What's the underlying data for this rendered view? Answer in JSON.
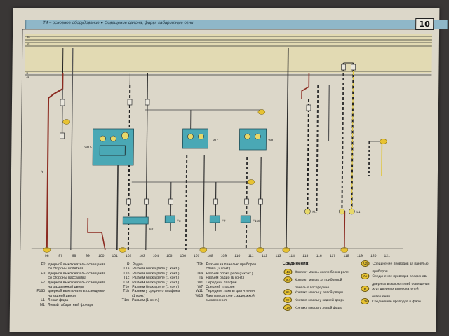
{
  "header": {
    "title": "Т4 – основное оборудование ● Освещение салона, фары, габаритные огни",
    "page_number": "10"
  },
  "bus_labels": [
    "30",
    "15",
    "X",
    "31"
  ],
  "bottom_numbers": [
    "96",
    "97",
    "98",
    "99",
    "100",
    "101",
    "102",
    "103",
    "104",
    "105",
    "106",
    "107",
    "108",
    "109",
    "110",
    "111",
    "112",
    "113",
    "114",
    "115",
    "116",
    "117",
    "118",
    "119",
    "120",
    "121"
  ],
  "legend_col1": [
    {
      "code": "F2",
      "text": "дверной выключатель освещения"
    },
    {
      "code": "",
      "text": "со стороны водителя"
    },
    {
      "code": "F3",
      "text": "дверной выключатель освещения"
    },
    {
      "code": "",
      "text": "со стороны пассажира"
    },
    {
      "code": "F7",
      "text": "дверной выключатель освещения"
    },
    {
      "code": "",
      "text": "на раздвижной двери"
    },
    {
      "code": "F160",
      "text": "дверной выключатель освещения"
    },
    {
      "code": "",
      "text": "на задней двери"
    },
    {
      "code": "L1",
      "text": "Левая фара"
    },
    {
      "code": "M1",
      "text": "Левый габаритный фонарь"
    }
  ],
  "legend_col2": [
    {
      "code": "R",
      "text": "Радио"
    },
    {
      "code": "T1a",
      "text": "Разъем блока реле (1 конт.)"
    },
    {
      "code": "T1b",
      "text": "Разъем блока реле (1 конт.)"
    },
    {
      "code": "T1c",
      "text": "Разъем блока реле (1 конт.)"
    },
    {
      "code": "T1d",
      "text": "Разъем блока реле (1 конт.)"
    },
    {
      "code": "T1e",
      "text": "Разъем блока реле (1 конт.)"
    },
    {
      "code": "T1h",
      "text": "Разъем у среднего плафона"
    },
    {
      "code": "",
      "text": "(1 конт.)"
    },
    {
      "code": "T1m",
      "text": "Разъем (1 конт.)"
    }
  ],
  "legend_col3": [
    {
      "code": "T2b",
      "text": "Разъем за панелью приборов"
    },
    {
      "code": "",
      "text": "слева (2 конт.)"
    },
    {
      "code": "T6a",
      "text": "Разъем блока реле (6 конт.)"
    },
    {
      "code": "T6",
      "text": "Разъем радио (6 конт.)"
    },
    {
      "code": "W1",
      "text": "Передний плафон"
    },
    {
      "code": "W7",
      "text": "Средний плафон"
    },
    {
      "code": "W11",
      "text": "Передние лампы для чтения"
    },
    {
      "code": "W15",
      "text": "Лампа в салоне с задержкой"
    },
    {
      "code": "",
      "text": "выключения"
    }
  ],
  "connections_title": "Соединения:",
  "connections_col1": [
    {
      "id": "44",
      "text": "Контакт массы около блока реле"
    },
    {
      "id": "80",
      "text": "Контакт массы за приборной"
    },
    {
      "id": "",
      "text": "панелью посередине"
    },
    {
      "id": "86",
      "text": "Контакт массы у левой двери"
    },
    {
      "id": "90",
      "text": "Контакт массы у задней двери"
    },
    {
      "id": "119",
      "text": "Контакт массы у левой фары"
    }
  ],
  "connections_col2": [
    {
      "id": "A25",
      "text": "Соединение проводов за панелью"
    },
    {
      "id": "",
      "text": "приборов"
    },
    {
      "id": "A6",
      "text": "Соединение проводов плафонов/"
    },
    {
      "id": "",
      "text": "дверных выключателей освещения"
    },
    {
      "id": "B",
      "text": "жгут дверных выключателей"
    },
    {
      "id": "",
      "text": "освещения"
    },
    {
      "id": "128",
      "text": "Соединение проводов в фаре"
    }
  ],
  "component_labels": {
    "w15": "W15",
    "w7": "W7",
    "w1": "W1",
    "f2": "F2",
    "f3": "F3",
    "f7": "F7",
    "f160": "F160",
    "m1": "M1",
    "l1": "L1",
    "r": "R"
  },
  "colors": {
    "page": "#dcd7c9",
    "component": "#4aa8b5",
    "badge": "#e7c232",
    "header": "#8fb7c8"
  }
}
